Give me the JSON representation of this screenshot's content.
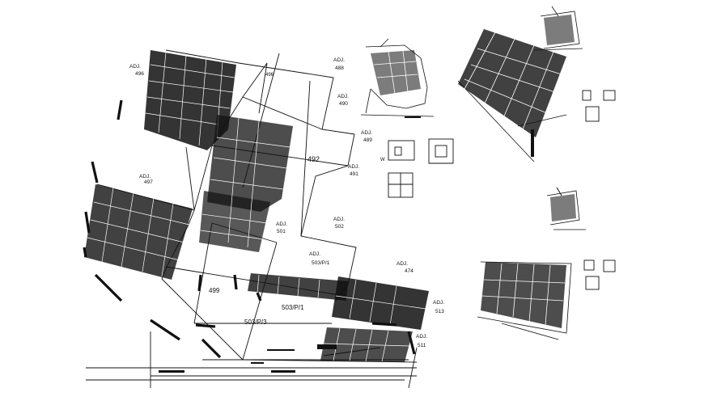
{
  "plot_labels": {
    "adj_496": [
      "ADJ.",
      "496"
    ],
    "adj_488": [
      "ADJ.",
      "488"
    ],
    "adj_490": [
      "ADJ.",
      "490"
    ],
    "adj_489": [
      "ADJ.",
      "489"
    ],
    "adj_491": [
      "ADJ.",
      "491"
    ],
    "adj_497": [
      "ADJ.",
      "497"
    ],
    "adj_501": [
      "ADJ.",
      "501"
    ],
    "adj_502": [
      "ADJ.",
      "502"
    ],
    "adj_503p1": [
      "ADJ.",
      "503/P/1"
    ],
    "adj_474": [
      "ADJ.",
      "474"
    ],
    "adj_513": [
      "ADJ.",
      "513"
    ],
    "adj_511": [
      "ADJ.",
      "511"
    ]
  },
  "plots": {
    "p492": "492",
    "p499": "499",
    "p503p1_lower": "503/P/1",
    "p503p3": "503/P/3"
  },
  "small_marks": {
    "w": "W",
    "p496_top": "496"
  }
}
